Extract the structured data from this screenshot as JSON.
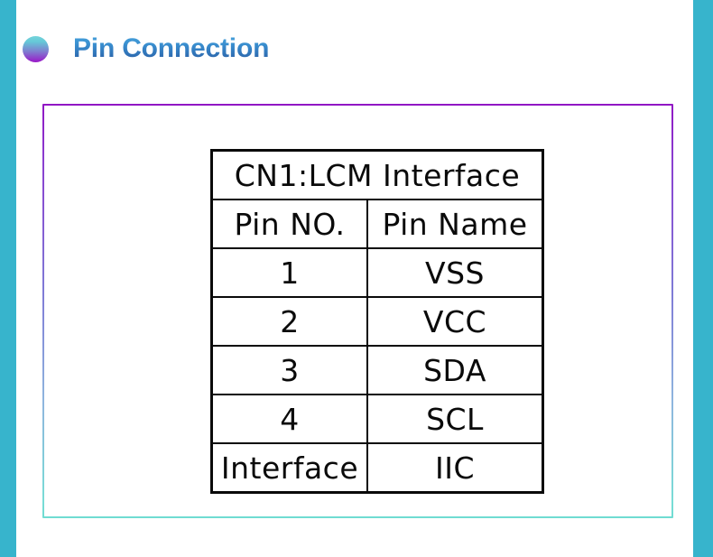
{
  "slide": {
    "title": "Pin Connection",
    "bullet_icon": "gradient-dot-icon",
    "accent_bar_color": "#37b4cc",
    "title_gradient_from": "#49a6de",
    "title_gradient_to": "#27548f",
    "card_border_gradient_from": "#9116c4",
    "card_border_gradient_to": "#6fdcd2"
  },
  "pin_table": {
    "caption": "CN1:LCM  Interface",
    "columns": [
      "Pin  NO.",
      "Pin  Name"
    ],
    "rows": [
      {
        "pin_no": "1",
        "pin_name": "VSS"
      },
      {
        "pin_no": "2",
        "pin_name": "VCC"
      },
      {
        "pin_no": "3",
        "pin_name": "SDA"
      },
      {
        "pin_no": "4",
        "pin_name": "SCL"
      },
      {
        "pin_no": "Interface",
        "pin_name": "IIC"
      }
    ]
  }
}
